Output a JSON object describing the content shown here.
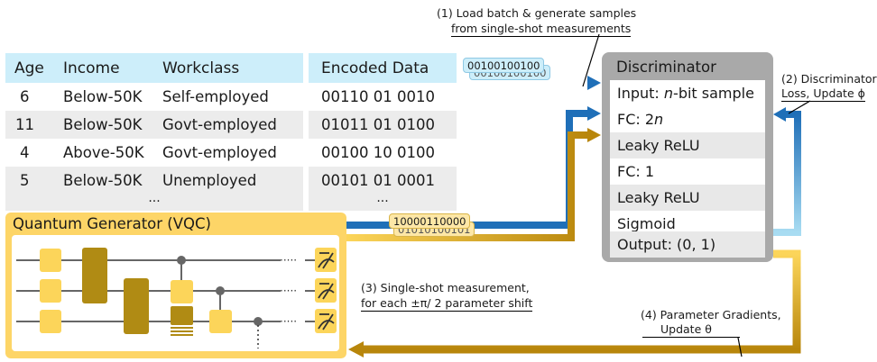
{
  "raw_table": {
    "headers": [
      "Age",
      "Income",
      "Workclass"
    ],
    "rows": [
      [
        "6",
        "Below-50K",
        "Self-employed"
      ],
      [
        "11",
        "Below-50K",
        "Govt-employed"
      ],
      [
        "4",
        "Above-50K",
        "Govt-employed"
      ],
      [
        "5",
        "Below-50K",
        "Unemployed"
      ]
    ],
    "ellipsis": "..."
  },
  "encoded_table": {
    "header": "Encoded Data",
    "rows": [
      "00110 01 0010",
      "01011 01 0100",
      "00100 10 0100",
      "00101 01 0001"
    ],
    "ellipsis": "..."
  },
  "chips": {
    "real_front": "00100100100",
    "real_back": "00100100100",
    "gen_front": "10000110000",
    "gen_back": "01010100101"
  },
  "discriminator": {
    "title": "Discriminator",
    "layers": [
      {
        "pre": "Input: ",
        "em": "n",
        "post": "-bit sample"
      },
      {
        "pre": "FC: 2",
        "em": "n",
        "post": ""
      },
      {
        "pre": "Leaky ReLU",
        "em": "",
        "post": ""
      },
      {
        "pre": "FC: 1",
        "em": "",
        "post": ""
      },
      {
        "pre": "Leaky ReLU",
        "em": "",
        "post": ""
      },
      {
        "pre": "Sigmoid",
        "em": "",
        "post": ""
      },
      {
        "pre": "Output: (0, 1)",
        "em": "",
        "post": ""
      }
    ]
  },
  "generator": {
    "title": "Quantum Generator (VQC)",
    "ellipsis": "·····"
  },
  "annotations": {
    "step1_line1": "(1) Load batch & generate samples",
    "step1_line2": "from single-shot measurements",
    "step2_line1": "(2) Discriminator",
    "step2_line2": "Loss, Update ϕ",
    "step3_line1": "(3) Single-shot measurement,",
    "step3_line2": "for each ±π/ 2 parameter shift",
    "step4_line1": "(4) Parameter Gradients,",
    "step4_line2": "Update θ"
  },
  "colors": {
    "header_blue": "#cdeefa",
    "row_gray": "#ececec",
    "discriminator_gray": "#a9a9a9",
    "generator_yellow": "#fdd567",
    "gate_yellow": "#fcd55a",
    "gate_olive": "#b08b14",
    "arrow_blue": "#1f6fb8",
    "arrow_light_blue": "#a8dcf2",
    "arrow_gold": "#b8860b",
    "arrow_light_gold": "#fcd55a"
  },
  "icons": [
    "measurement-meter-icon"
  ]
}
